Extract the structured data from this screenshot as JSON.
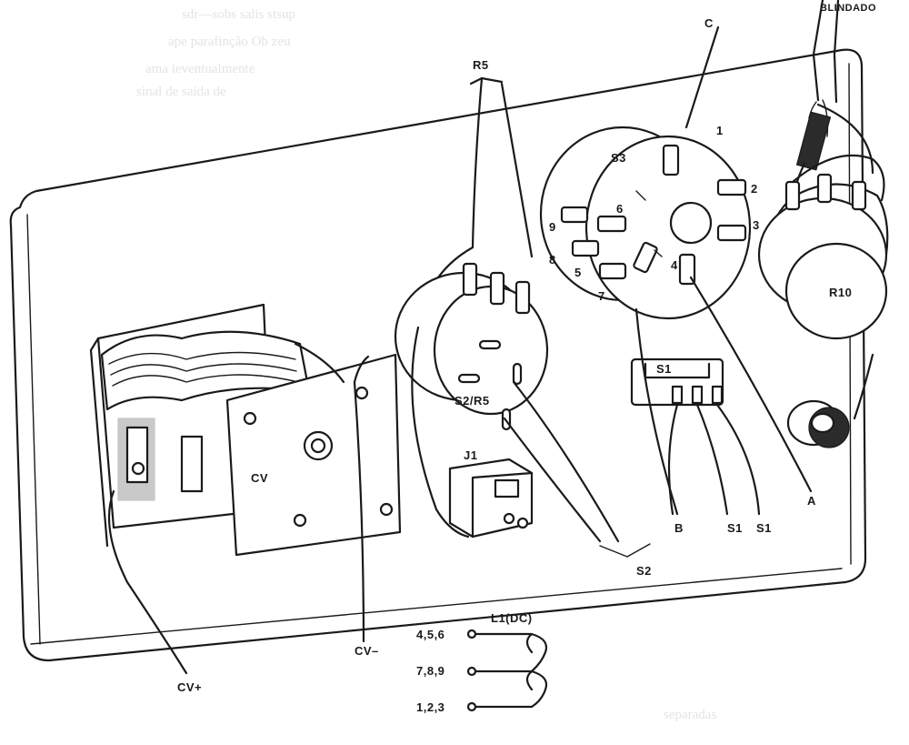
{
  "labels": {
    "blindado": "BLINDADO",
    "c": "C",
    "r5": "R5",
    "s3": "S3",
    "pins": [
      "1",
      "2",
      "3",
      "4",
      "5",
      "6",
      "7",
      "8",
      "9"
    ],
    "r10": "R10",
    "s1_switch": "S1",
    "s2r5": "S2/R5",
    "j1": "J1",
    "cv": "CV",
    "cv_plus": "CV+",
    "cv_minus": "CV–",
    "b": "B",
    "s1_left": "S1",
    "s1_right": "S1",
    "a": "A",
    "s2": "S2",
    "l1": "L1(DC)",
    "l1_taps": [
      "4,5,6",
      "7,8,9",
      "1,2,3"
    ]
  },
  "colors": {
    "ink": "#1a1a1a",
    "paper": "#ffffff"
  }
}
